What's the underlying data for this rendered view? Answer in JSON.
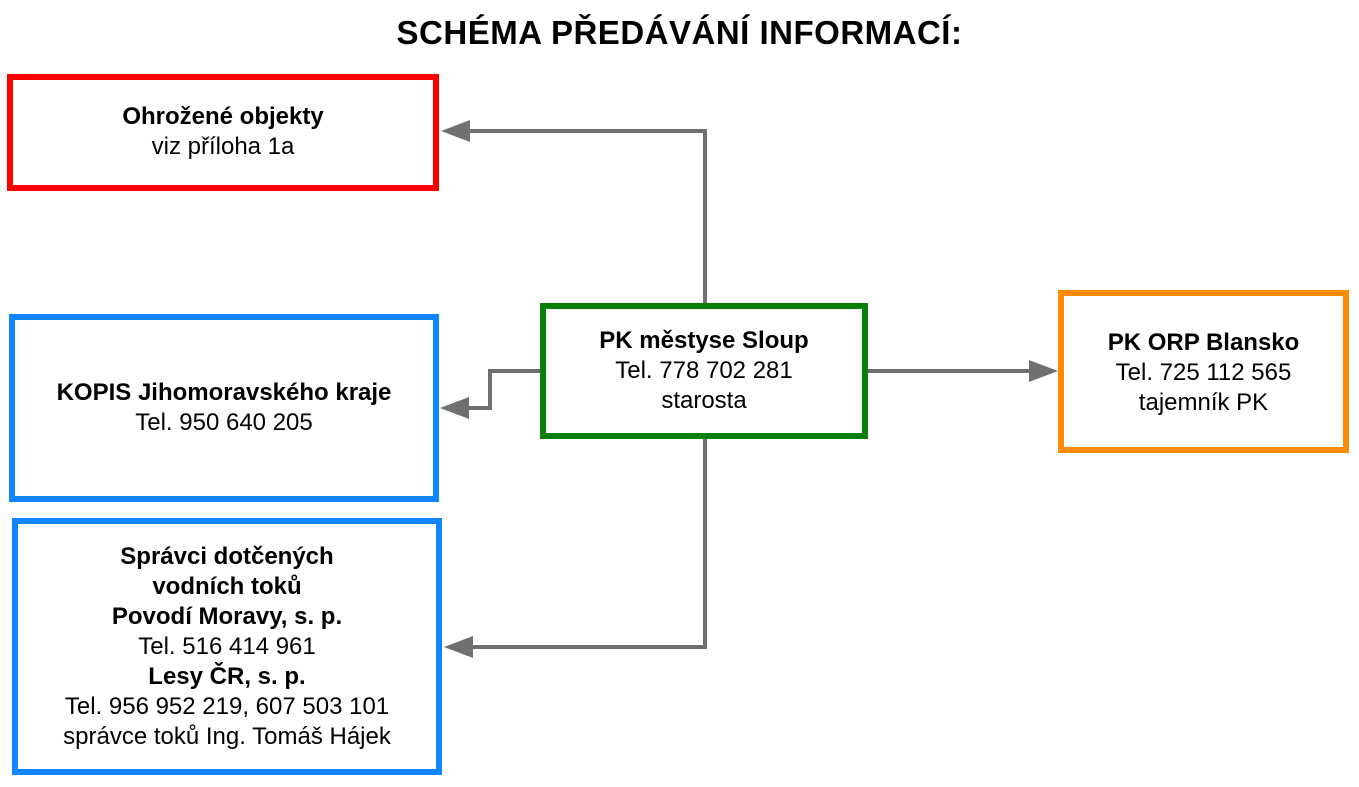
{
  "title": "SCHÉMA PŘEDÁVÁNÍ INFORMACÍ:",
  "colors": {
    "red": "#ff0000",
    "blue": "#1184ff",
    "green": "#088008",
    "orange": "#ff8c00",
    "arrow": "#707070"
  },
  "nodes": {
    "ohrozene": {
      "name": "Ohrožené objekty",
      "detail": "viz příloha 1a"
    },
    "kopis": {
      "name": "KOPIS Jihomoravského kraje",
      "phone": "Tel. 950 640 205"
    },
    "spravci": {
      "line1": "Správci dotčených",
      "line2": "vodních toků",
      "org1": "Povodí Moravy, s. p.",
      "org1_phone": "Tel. 516 414 961",
      "org2": "Lesy ČR, s. p.",
      "org2_phone": "Tel. 956 952 219, 607 503 101",
      "org2_contact": "správce toků Ing. Tomáš Hájek"
    },
    "pk_sloup": {
      "name": "PK městyse Sloup",
      "phone": "Tel. 778 702 281",
      "role": "starosta"
    },
    "pk_blansko": {
      "name": "PK ORP Blansko",
      "phone": "Tel. 725 112 565",
      "role": "tajemník PK"
    }
  },
  "edges": [
    {
      "from": "PK městyse Sloup",
      "to": "Ohrožené objekty"
    },
    {
      "from": "PK městyse Sloup",
      "to": "KOPIS Jihomoravského kraje"
    },
    {
      "from": "PK městyse Sloup",
      "to": "Správci dotčených vodních toků"
    },
    {
      "from": "PK městyse Sloup",
      "to": "PK ORP Blansko"
    }
  ]
}
